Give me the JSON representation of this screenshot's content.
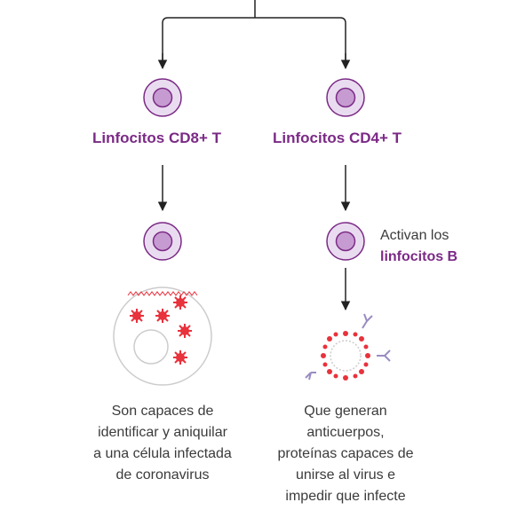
{
  "left_branch": {
    "title": "Linfocitos CD8+ T",
    "description_lines": [
      "Son capaces de",
      "identificar y aniquilar",
      "a una célula infectada",
      "de coronavirus"
    ]
  },
  "right_branch": {
    "title": "Linfocitos CD4+ T",
    "activation_text": "Activan los",
    "activation_target": "linfocitos B",
    "description_lines": [
      "Que generan",
      "anticuerpos,",
      "proteínas capaces de",
      "unirse al virus e",
      "impedir que infecte"
    ]
  },
  "colors": {
    "accent_purple": "#7b2a86",
    "cell_outer": "#eadcf0",
    "cell_inner": "#c69bd1",
    "virus_red": "#e8323c",
    "antibody": "#9a8cc2",
    "line": "#222222",
    "text": "#3b3b3b"
  }
}
